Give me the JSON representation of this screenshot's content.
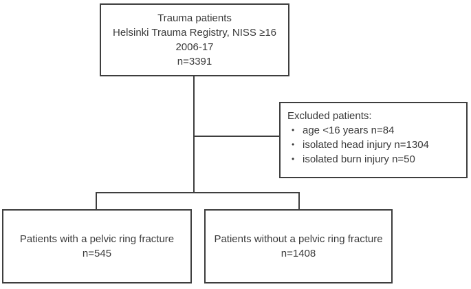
{
  "diagram": {
    "colors": {
      "border": "#3e3e3e",
      "text": "#3a3a3a",
      "background": "#ffffff"
    },
    "top_box": {
      "lines": [
        "Trauma patients",
        "Helsinki Trauma Registry, NISS ≥16",
        "2006-17",
        "n=3391"
      ]
    },
    "excluded_box": {
      "title": "Excluded patients:",
      "bullet": "•",
      "items": [
        "age <16 years n=84",
        "isolated head injury n=1304",
        "isolated burn injury n=50"
      ]
    },
    "left_box": {
      "lines": [
        "Patients with a pelvic ring fracture",
        "n=545"
      ]
    },
    "right_box": {
      "lines": [
        "Patients without a pelvic ring fracture",
        "n=1408"
      ]
    }
  }
}
